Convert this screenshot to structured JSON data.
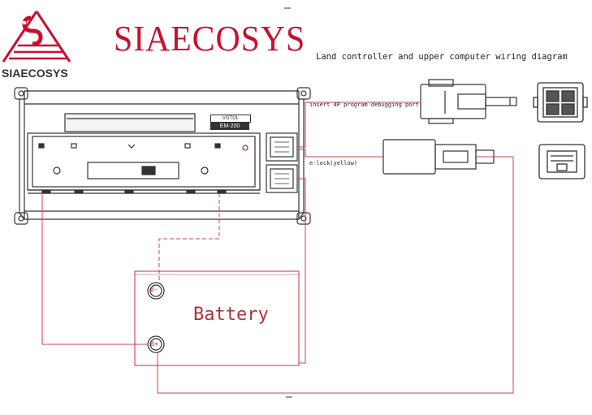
{
  "brand": {
    "title": "SIAECOSYS",
    "logo_text_a": "SIA",
    "logo_text_b": "ECOSYS"
  },
  "diagram": {
    "title": "Land controller and upper computer wiring diagram",
    "debug_port_label": "insert 4P program debugging port",
    "elock_label": "e-lock(yellow)",
    "battery_label": "Battery",
    "terminal_negative": "B-",
    "terminal_positive": "B+",
    "controller_brand": "VOTOL",
    "controller_model": "EM-200"
  },
  "colors": {
    "brand_red": "#c8102e",
    "wire_red": "#d04050",
    "line_dark": "#333333"
  },
  "icons": [
    "logo-icon",
    "battery-negative-terminal-icon",
    "battery-positive-terminal-icon",
    "connector-icon"
  ]
}
